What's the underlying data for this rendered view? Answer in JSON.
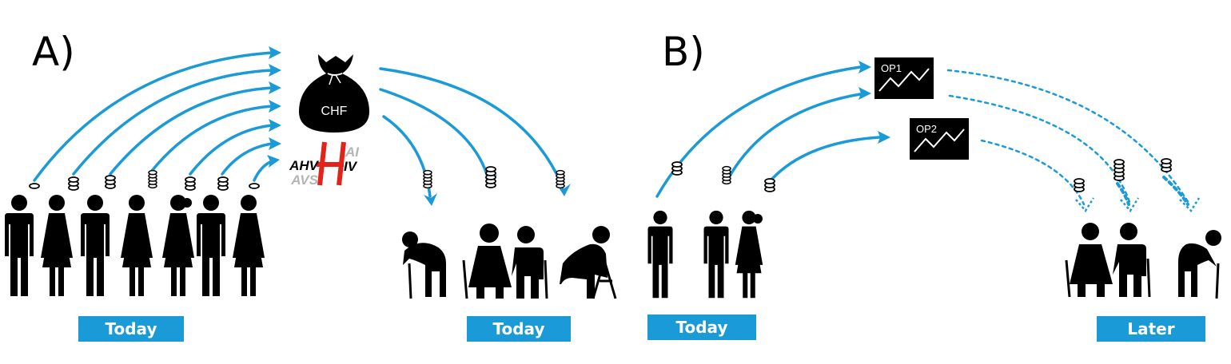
{
  "panel_a": {
    "letter": "A)",
    "fund": {
      "currency": "CHF",
      "logo": {
        "ahv": "AHV",
        "avs": "AVS",
        "ai": "AI",
        "iv": "IV"
      }
    },
    "contributors_label": "Today",
    "recipients_label": "Today"
  },
  "panel_b": {
    "letter": "B)",
    "funds": [
      "OP1",
      "OP2"
    ],
    "contributors_label": "Today",
    "recipients_label": "Later"
  },
  "colors": {
    "flow": "#1b9ad8",
    "label_bg": "#1b9ad8",
    "label_text": "#ffffff",
    "figure": "#000000",
    "logo_red": "#e2231a",
    "logo_grey": "#b5b5b5"
  }
}
